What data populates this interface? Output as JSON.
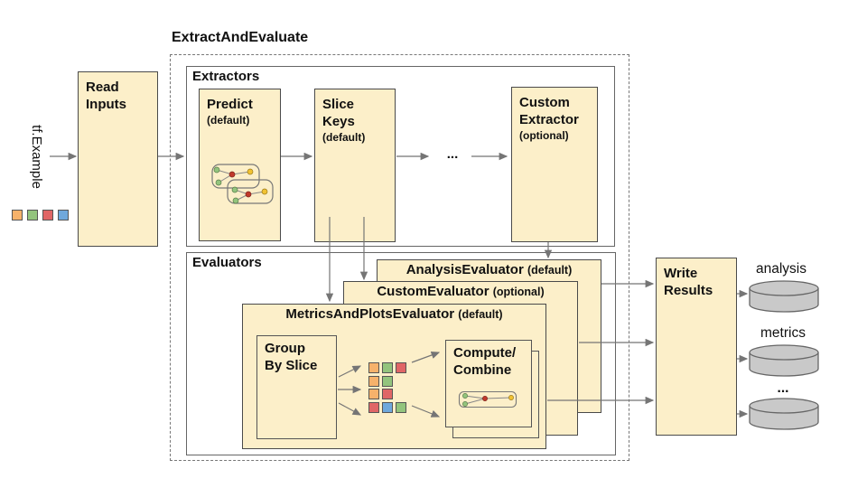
{
  "diagram_title": "ExtractAndEvaluate",
  "input": {
    "label": "tf.Example",
    "squares": [
      "orange",
      "green",
      "red",
      "blue"
    ]
  },
  "read_inputs": {
    "title": "Read\nInputs"
  },
  "extractors": {
    "label": "Extractors",
    "predict": {
      "title": "Predict",
      "subtitle": "(default)",
      "icon": "model-graph-icon"
    },
    "slice_keys": {
      "title": "Slice\nKeys",
      "subtitle": "(default)"
    },
    "ellipsis": "...",
    "custom": {
      "title": "Custom\nExtractor",
      "subtitle": "(optional)"
    }
  },
  "evaluators": {
    "label": "Evaluators",
    "analysis": {
      "title": "AnalysisEvaluator",
      "subtitle": "(default)"
    },
    "custom": {
      "title": "CustomEvaluator",
      "subtitle": "(optional)"
    },
    "metrics_and_plots": {
      "title": "MetricsAndPlotsEvaluator",
      "subtitle": "(default)"
    },
    "group_by_slice": {
      "title": "Group\nBy Slice"
    },
    "slice_grid": {
      "rows": [
        [
          "orange",
          "green",
          "red"
        ],
        [
          "orange",
          "green"
        ],
        [
          "orange",
          "red"
        ],
        [
          "red",
          "blue",
          "green"
        ]
      ]
    },
    "compute_combine": {
      "title": "Compute/\nCombine",
      "icon": "model-graph-icon"
    }
  },
  "write_results": {
    "title": "Write\nResults"
  },
  "outputs": [
    {
      "label": "analysis",
      "icon": "database-cylinder-icon"
    },
    {
      "label": "metrics",
      "icon": "database-cylinder-icon"
    },
    {
      "label": "...",
      "icon": "database-cylinder-icon"
    }
  ],
  "colors": {
    "box_fill": "#FCEFC9",
    "box_border": "#4a4a4a",
    "container_border": "#666666",
    "arrow": "#757575",
    "square_orange": "#F6B26B",
    "square_green": "#93C47D",
    "square_red": "#E06666",
    "square_blue": "#6FA8DC",
    "cylinder_fill": "#C9C9C9"
  }
}
